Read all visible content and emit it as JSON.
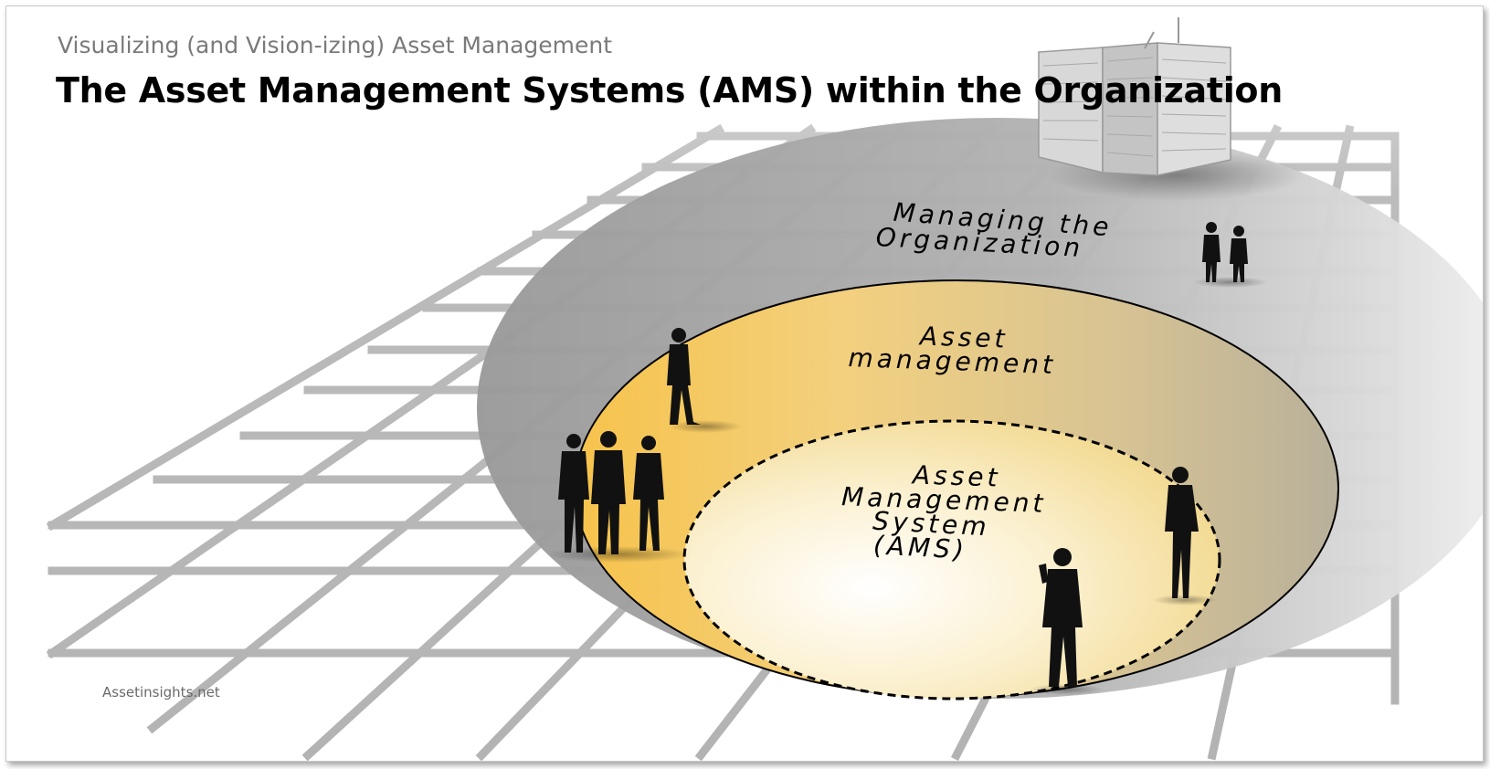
{
  "header": {
    "subtitle": "Visualizing (and Vision-izing) Asset Management",
    "title": "The Asset Management Systems (AMS) within the Organization"
  },
  "diagram": {
    "outer_label_line1": "Managing the",
    "outer_label_line2": "Organization",
    "middle_label_line1": "Asset",
    "middle_label_line2": "management",
    "inner_label_line1": "Asset",
    "inner_label_line2": "Management",
    "inner_label_line3": "System",
    "inner_label_line4": "(AMS)"
  },
  "footer": {
    "credit": "Assetinsights.net"
  },
  "colors": {
    "outer_ellipse": "#b8b8b8",
    "middle_ellipse": "#f3c85a",
    "inner_ellipse": "#fbeec4",
    "silhouette": "#111111"
  },
  "icons": [
    "office-buildings-icon",
    "people-silhouette-icon",
    "worker-silhouette-icon"
  ]
}
